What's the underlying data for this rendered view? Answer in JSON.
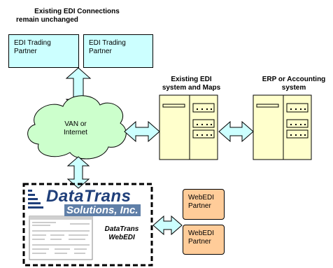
{
  "title_existing": {
    "line1": "Existing EDI Connections",
    "line2": "remain unchanged"
  },
  "trading_partners": [
    {
      "line1": "EDI Trading",
      "line2": "Partner"
    },
    {
      "line1": "EDI Trading",
      "line2": "Partner"
    }
  ],
  "van": {
    "line1": "VAN or",
    "line2": "Internet"
  },
  "edi_system": {
    "line1": "Existing EDI",
    "line2": "system and Maps"
  },
  "erp": {
    "line1": "ERP or Accounting",
    "line2": "system"
  },
  "logo": {
    "line1": "DataTrans",
    "line2": "Solutions, Inc."
  },
  "datatrans": {
    "line1": "DataTrans",
    "line2": "WebEDI"
  },
  "webedi_partners": [
    {
      "line1": "WebEDI",
      "line2": "Partner"
    },
    {
      "line1": "WebEDI",
      "line2": "Partner"
    }
  ],
  "colors": {
    "box_fill": "#ccffff",
    "partner_fill": "#ffcc99",
    "cloud_fill": "#ccffcc",
    "server_fill": "#ffffcc",
    "arrow_fill": "#ccffff",
    "logo_blue": "#1f3f7a"
  }
}
